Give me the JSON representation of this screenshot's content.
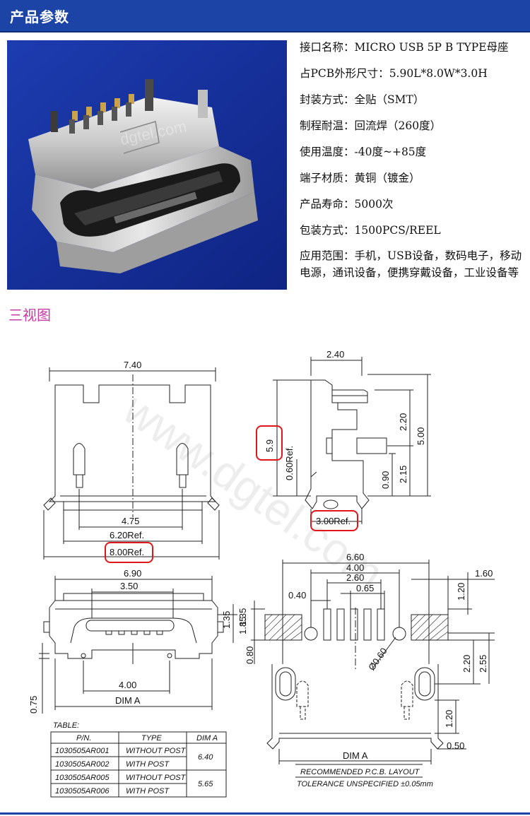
{
  "header": {
    "title": "产品参数"
  },
  "photo": {
    "watermark": "dgtel.com"
  },
  "specs": [
    {
      "label": "接口名称：",
      "value": "MICRO USB 5P B TYPE母座"
    },
    {
      "label": "占PCB外形尺寸：",
      "value": "5.90L*8.0W*3.0H"
    },
    {
      "label": "封装方式：",
      "value": "全贴（SMT）"
    },
    {
      "label": "制程耐温：",
      "value": "回流焊（260度）"
    },
    {
      "label": "使用温度：",
      "value": "-40度~+85度"
    },
    {
      "label": "端子材质：",
      "value": "黄铜（镀金）"
    },
    {
      "label": "产品寿命：",
      "value": "5000次"
    },
    {
      "label": "包装方式：",
      "value": "1500PCS/REEL"
    },
    {
      "label": "应用范围：",
      "value": "手机，USB设备，数码电子，移动电源，通讯设备，便携穿戴设备，工业设备等"
    }
  ],
  "section_title": "三视图",
  "drawing": {
    "watermark": "www.dgtel.com",
    "front": {
      "d740": "7.40",
      "d475": "4.75",
      "d620": "6.20Ref.",
      "d800": "8.00Ref."
    },
    "side": {
      "d240": "2.40",
      "d59": "5.9",
      "d060": "0.60Ref.",
      "d220": "2.20",
      "d500": "5.00",
      "d090": "0.90",
      "d215": "2.15",
      "d300": "3.00Ref."
    },
    "bottom": {
      "d690": "6.90",
      "d350": "3.50",
      "d135": "1.35",
      "d185": "1.85",
      "d400": "4.00",
      "dim_a": "DIM A",
      "d075": "0.75"
    },
    "pcb": {
      "d660": "6.60",
      "d400": "4.00",
      "d260": "2.60",
      "d065": "0.65",
      "d040": "0.40",
      "d160": "1.60",
      "d120a": "1.20",
      "d080": "0.80",
      "d060": "Ø0.60",
      "d220": "2.20",
      "d255": "2.55",
      "d120b": "1.20",
      "d050": "0.50",
      "dim_a": "DIM A",
      "caption1": "RECOMMENDED  P.C.B.  LAYOUT",
      "caption2": "TOLERANCE  UNSPECIFIED  ±0.05mm"
    },
    "table": {
      "title": "TABLE:",
      "headers": [
        "P/N.",
        "TYPE",
        "DIM A"
      ],
      "rows": [
        [
          "1030505AR001",
          "WITHOUT POST"
        ],
        [
          "1030505AR002",
          "WITH POST"
        ],
        [
          "1030505AR005",
          "WITHOUT POST"
        ],
        [
          "1030505AR006",
          "WITH POST"
        ]
      ],
      "dim_values": [
        "6.40",
        "5.65"
      ]
    }
  },
  "colors": {
    "header": "#1c44a6",
    "section_title": "#c83aa6",
    "highlight": "#e0161a",
    "photo_bg": "#142e9b"
  }
}
